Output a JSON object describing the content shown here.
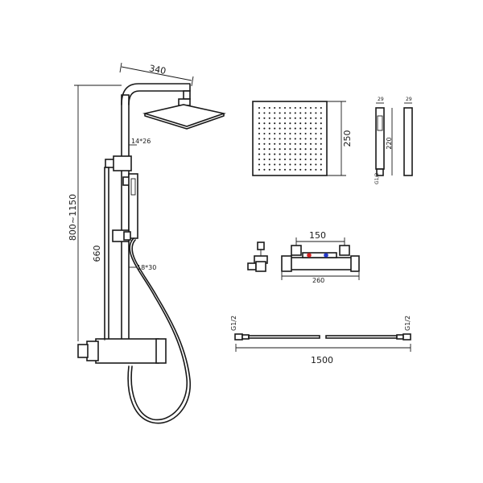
{
  "dimensions": {
    "head_arm_length": "340",
    "pipe_diameter_upper": "14*26",
    "height_range": "800~1150",
    "slide_rail_length": "660",
    "pipe_diameter_lower": "18*30",
    "head_square_size": "250",
    "handset_width_front": "29",
    "handset_width_side": "29",
    "handset_length": "220",
    "handset_thread": "G1/2",
    "valve_centers": "150",
    "valve_length": "260",
    "hose_thread_left": "G1/2",
    "hose_thread_right": "G1/2",
    "hose_length": "1500"
  },
  "colors": {
    "line": "#1a1a1a",
    "hot_indicator": "#d42020",
    "cold_indicator": "#2438c8",
    "background": "#ffffff"
  }
}
